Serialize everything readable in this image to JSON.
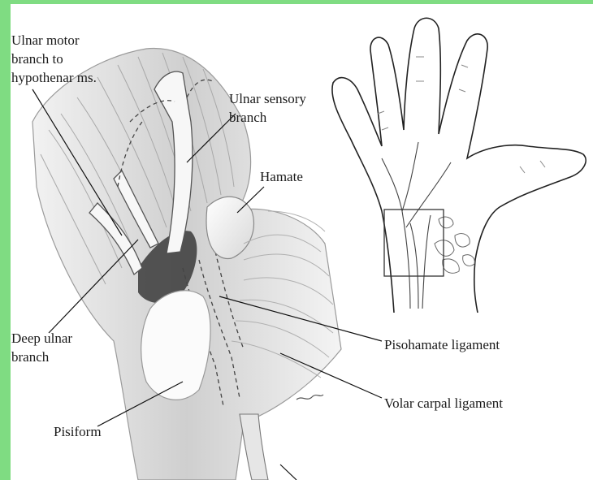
{
  "frame": {
    "border_color": "#7fdc82"
  },
  "labels": {
    "ulnar_motor": [
      "Ulnar motor",
      "branch to",
      "hypothenar ms."
    ],
    "ulnar_sensory": [
      "Ulnar sensory",
      "branch"
    ],
    "hamate": "Hamate",
    "deep_ulnar": [
      "Deep ulnar",
      "branch"
    ],
    "pisohamate": "Pisohamate ligament",
    "volar_carpal": "Volar carpal ligament",
    "pisiform": "Pisiform"
  }
}
